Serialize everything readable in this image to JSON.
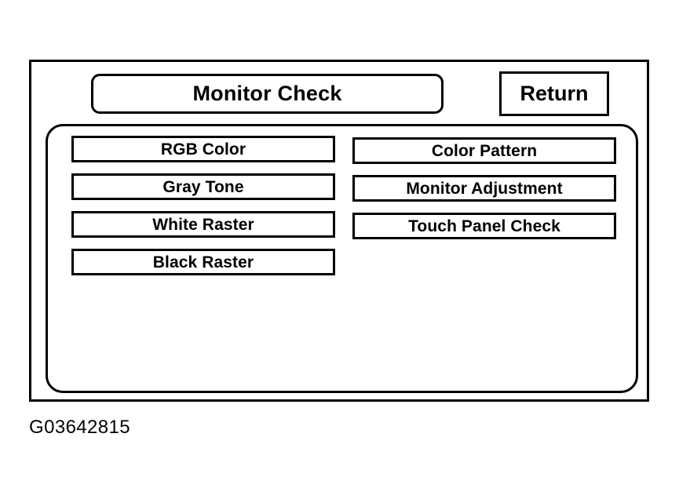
{
  "figure": {
    "caption": "G03642815",
    "background_color": "#ffffff",
    "line_color": "#000000"
  },
  "screen": {
    "header": {
      "title": "Monitor Check",
      "return_label": "Return"
    },
    "menu": {
      "left_column": [
        {
          "label": "RGB Color"
        },
        {
          "label": "Gray Tone"
        },
        {
          "label": "White Raster"
        },
        {
          "label": "Black Raster"
        }
      ],
      "right_column": [
        {
          "label": "Color Pattern"
        },
        {
          "label": "Monitor Adjustment"
        },
        {
          "label": "Touch Panel Check"
        }
      ]
    }
  }
}
